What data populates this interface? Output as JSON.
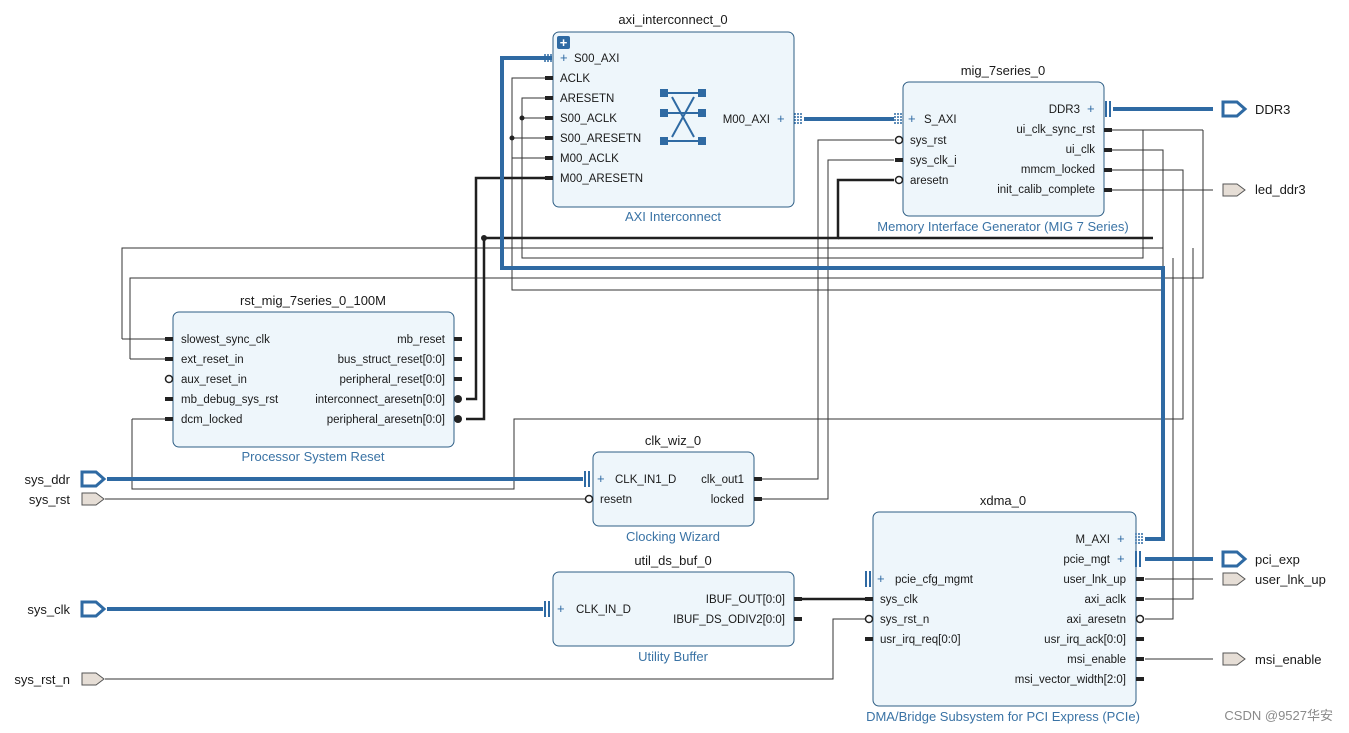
{
  "blocks": {
    "axi": {
      "name": "axi_interconnect_0",
      "subtitle": "AXI Interconnect",
      "pins_left": [
        "S00_AXI",
        "ACLK",
        "ARESETN",
        "S00_ACLK",
        "S00_ARESETN",
        "M00_ACLK",
        "M00_ARESETN"
      ],
      "pins_right": [
        "M00_AXI"
      ]
    },
    "mig": {
      "name": "mig_7series_0",
      "subtitle": "Memory Interface Generator (MIG 7 Series)",
      "pins_left": [
        "S_AXI",
        "sys_rst",
        "sys_clk_i",
        "aresetn"
      ],
      "pins_right": [
        "DDR3",
        "ui_clk_sync_rst",
        "ui_clk",
        "mmcm_locked",
        "init_calib_complete"
      ]
    },
    "rst": {
      "name": "rst_mig_7series_0_100M",
      "subtitle": "Processor System Reset",
      "pins_left": [
        "slowest_sync_clk",
        "ext_reset_in",
        "aux_reset_in",
        "mb_debug_sys_rst",
        "dcm_locked"
      ],
      "pins_right": [
        "mb_reset",
        "bus_struct_reset[0:0]",
        "peripheral_reset[0:0]",
        "interconnect_aresetn[0:0]",
        "peripheral_aresetn[0:0]"
      ]
    },
    "clk": {
      "name": "clk_wiz_0",
      "subtitle": "Clocking Wizard",
      "pins_left": [
        "CLK_IN1_D",
        "resetn"
      ],
      "pins_right": [
        "clk_out1",
        "locked"
      ]
    },
    "buf": {
      "name": "util_ds_buf_0",
      "subtitle": "Utility Buffer",
      "pins_left": [
        "CLK_IN_D"
      ],
      "pins_right": [
        "IBUF_OUT[0:0]",
        "IBUF_DS_ODIV2[0:0]"
      ]
    },
    "xdma": {
      "name": "xdma_0",
      "subtitle": "DMA/Bridge Subsystem for PCI Express (PCIe)",
      "pins_left": [
        "pcie_cfg_mgmt",
        "sys_clk",
        "sys_rst_n",
        "usr_irq_req[0:0]"
      ],
      "pins_right": [
        "M_AXI",
        "pcie_mgt",
        "user_lnk_up",
        "axi_aclk",
        "axi_aresetn",
        "usr_irq_ack[0:0]",
        "msi_enable",
        "msi_vector_width[2:0]"
      ]
    }
  },
  "ports": {
    "inputs": [
      "sys_ddr",
      "sys_rst",
      "sys_clk",
      "sys_rst_n"
    ],
    "outputs": [
      "DDR3",
      "led_ddr3",
      "pci_exp",
      "user_lnk_up",
      "msi_enable"
    ]
  },
  "watermark": "CSDN @9527华安",
  "colors": {
    "block_fill": "#eef6fb",
    "block_border": "#2f5f86",
    "bus": "#2f6aa3",
    "port_fill": "#e6ded6"
  }
}
